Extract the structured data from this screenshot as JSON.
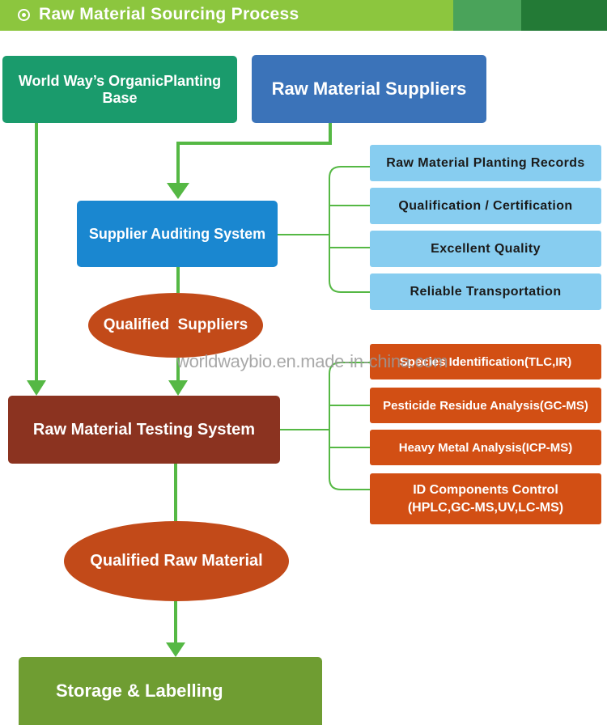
{
  "header": {
    "title": "Raw Material Sourcing Process",
    "colors": [
      "#8cc63e",
      "#4aa35a",
      "#237a36"
    ]
  },
  "sources": {
    "planting_base": "World Way’s OrganicPlanting Base",
    "suppliers": "Raw Material Suppliers"
  },
  "auditing": {
    "title": "Supplier Auditing System",
    "criteria": [
      "Raw Material Planting Records",
      "Qualification / Certification",
      "Excellent Quality",
      "Reliable Transportation"
    ]
  },
  "qualified_suppliers": "Qualified  Suppliers",
  "testing": {
    "title": "Raw Material Testing System",
    "tests": [
      "Species Identification(TLC,IR)",
      "Pesticide Residue Analysis(GC-MS)",
      "Heavy Metal Analysis(ICP-MS)"
    ],
    "components": {
      "line1": "ID Components Control",
      "line2": "(HPLC,GC-MS,UV,LC-MS)"
    }
  },
  "qualified_raw_material": "Qualified Raw Material",
  "storage": "Storage & Labelling",
  "watermark": "worldwaybio.en.made-in-china.com",
  "colors": {
    "arrow": "#55b844",
    "bracket": "#55b844"
  }
}
